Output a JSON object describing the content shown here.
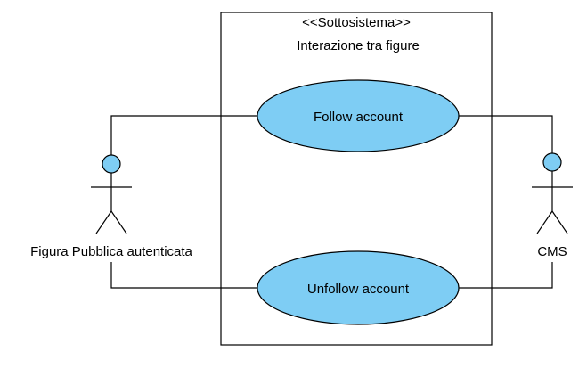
{
  "system": {
    "stereotype": "<<Sottosistema>>",
    "name": "Interazione tra figure"
  },
  "use_cases": {
    "follow": "Follow account",
    "unfollow": "Unfollow account"
  },
  "actors": {
    "left": "Figura Pubblica autenticata",
    "right": "CMS"
  },
  "colors": {
    "use_case_fill": "#7ecdf4",
    "actor_head_fill": "#7ecdf4",
    "stroke": "#000000",
    "background": "#ffffff"
  }
}
